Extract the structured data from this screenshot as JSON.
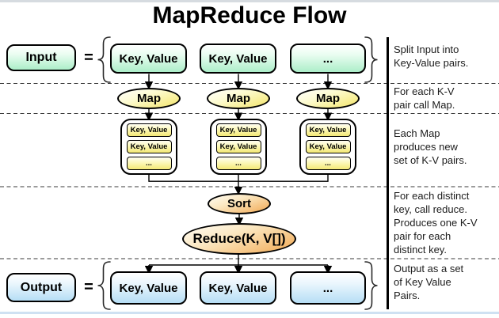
{
  "title": "MapReduce Flow",
  "input_row": {
    "node": "Input",
    "equals": "=",
    "boxes": [
      "Key, Value",
      "Key, Value",
      "..."
    ]
  },
  "map_row": {
    "nodes": [
      "Map",
      "Map",
      "Map"
    ]
  },
  "pairs_row": {
    "stacks": [
      [
        "Key, Value",
        "Key, Value",
        "..."
      ],
      [
        "Key, Value",
        "Key, Value",
        "..."
      ],
      [
        "Key, Value",
        "Key, Value",
        "..."
      ]
    ]
  },
  "sort_node": "Sort",
  "reduce_node": "Reduce(K, V[])",
  "output_row": {
    "node": "Output",
    "equals": "=",
    "boxes": [
      "Key, Value",
      "Key, Value",
      "..."
    ]
  },
  "annotations": [
    "Split Input into\nKey-Value pairs.",
    "For each K-V\npair call Map.",
    "Each Map\nproduces new\nset of K-V pairs.",
    "For each distinct\nkey, call reduce.\nProduces one K-V\npair for each\ndistinct key.",
    "Output as a set\nof Key Value\nPairs."
  ],
  "colors": {
    "input_fill": "#aceec9",
    "map_fill": "#f3e569",
    "pair_fill": "#f6ee7e",
    "sort_reduce_fill": "#f2a953",
    "output_fill": "#b6def5",
    "border": "#000000"
  }
}
